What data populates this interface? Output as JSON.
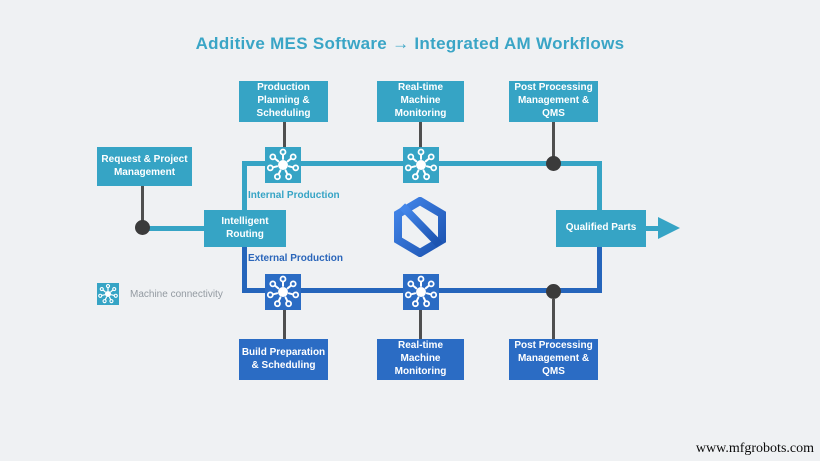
{
  "title": "Additive MES Software → Integrated AM Workflows",
  "nodes": {
    "request": "Request & Project Management",
    "routing": "Intelligent Routing",
    "qualified": "Qualified Parts"
  },
  "top_row": [
    {
      "label": "Production Planning & Scheduling"
    },
    {
      "label": "Real-time Machine Monitoring"
    },
    {
      "label": "Post Processing Management & QMS"
    }
  ],
  "bottom_row": [
    {
      "label": "Build Preparation & Scheduling"
    },
    {
      "label": "Real-time Machine Monitoring"
    },
    {
      "label": "Post Processing Management & QMS"
    }
  ],
  "flow_labels": {
    "internal": "Internal Production",
    "external": "External Production"
  },
  "legend": {
    "label": "Machine connectivity"
  },
  "watermark": "www.mfgrobots.com",
  "colors": {
    "background": "#eff1f3",
    "teal": "#36a4c5",
    "blue_box": "#2b6cc4",
    "blue_line": "#2565bb",
    "gray_line": "#4f4f4f",
    "node_dot": "#3b3b3b",
    "title_text": "#3aa5c6",
    "legend_text": "#939aa1",
    "logo_blue_dark": "#1c53b0",
    "logo_blue_light": "#4386ea"
  }
}
